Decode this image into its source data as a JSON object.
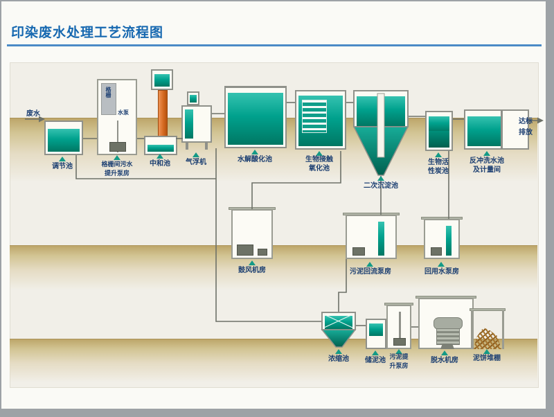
{
  "title": "印染废水处理工艺流程图",
  "colors": {
    "title_blue": "#1668b0",
    "divider_blue": "#4a8ac6",
    "water_teal": "#00a18d",
    "water_teal_dark": "#00604f",
    "ground_tan": "#bda66a",
    "label_navy": "#1c3f72",
    "column_orange": "#d3681f",
    "marker_teal": "#149a86",
    "pipe_gray": "#6d7168"
  },
  "flow": {
    "inlet": "废水",
    "outlet_line1": "达标",
    "outlet_line2": "排放"
  },
  "units": {
    "top": [
      {
        "name": "regulating-tank",
        "line1": "调节池"
      },
      {
        "name": "grid-pump-house",
        "line1": "格栅间污水",
        "line2": "提升泵房",
        "inner1": "格栅",
        "inner2": "水泵"
      },
      {
        "name": "neutralization-tank",
        "line1": "中和池"
      },
      {
        "name": "air-flotation-machine",
        "line1": "气浮机"
      },
      {
        "name": "hydrolysis-acidification-tank",
        "line1": "水解酸化池"
      },
      {
        "name": "bio-contact-oxidation-tank",
        "line1": "生物接触",
        "line2": "氧化池"
      },
      {
        "name": "secondary-clarifier",
        "line1": "二次沉淀池"
      },
      {
        "name": "bio-activated-carbon-tank",
        "line1": "生物活",
        "line2": "性炭池"
      },
      {
        "name": "backwash-metering-room",
        "line1": "反冲洗水池",
        "line2": "及计量间"
      }
    ],
    "middle": [
      {
        "name": "blower-room",
        "line1": "鼓风机房"
      },
      {
        "name": "sludge-return-pump-house",
        "line1": "污泥回流泵房"
      },
      {
        "name": "reuse-water-pump-house",
        "line1": "回用水泵房"
      }
    ],
    "bottom": [
      {
        "name": "thickener",
        "line1": "浓缩池"
      },
      {
        "name": "sludge-storage-tank",
        "line1": "储泥池"
      },
      {
        "name": "sludge-lift-pump-house",
        "line1": "污泥提",
        "line2": "升泵房"
      },
      {
        "name": "dewatering-room",
        "line1": "脱水机房"
      },
      {
        "name": "mud-cake-shed",
        "line1": "泥饼堆棚"
      }
    ]
  }
}
